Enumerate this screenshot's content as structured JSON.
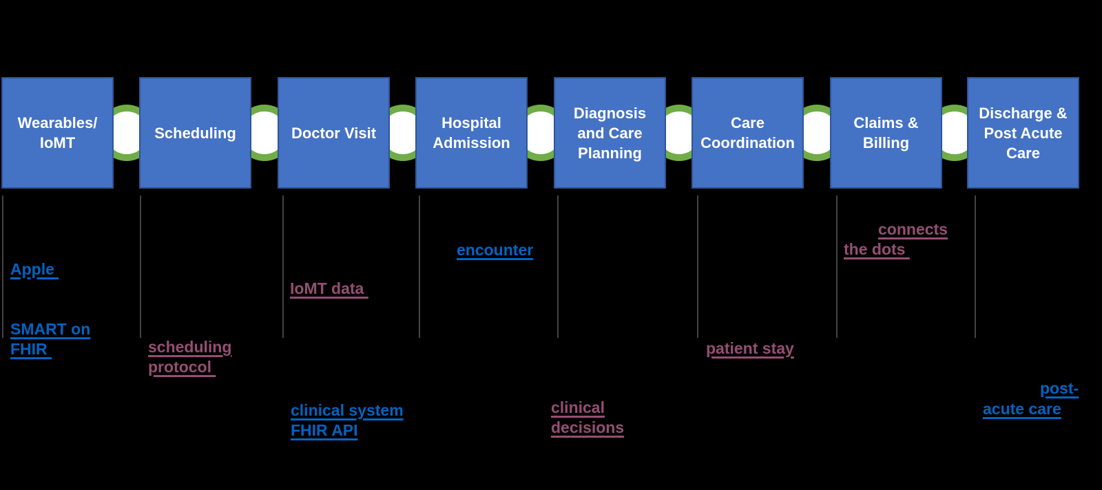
{
  "colors": {
    "box_fill": "#4472C4",
    "box_border": "#2F5597",
    "box_text": "#FFFFFF",
    "connector_ring": "#70AD47",
    "connector_fill": "#FFFFFF",
    "leader_line": "#444444",
    "link_blue": "#0563C1",
    "link_purple": "#954F72",
    "background": "#000000"
  },
  "stages": [
    {
      "label": "Wearables/\nIoMT"
    },
    {
      "label": "Scheduling"
    },
    {
      "label": "Doctor Visit"
    },
    {
      "label": "Hospital\nAdmission"
    },
    {
      "label": "Diagnosis\nand Care\nPlanning"
    },
    {
      "label": "Care\nCoordination"
    },
    {
      "label": "Claims &\nBilling"
    },
    {
      "label": "Discharge &\nPost Acute\nCare"
    }
  ],
  "annotations": {
    "apple": {
      "text": "Apple ",
      "color": "blue"
    },
    "smart_on_fhir": {
      "text": "SMART on\nFHIR ",
      "color": "blue"
    },
    "iomt_data": {
      "text": "IoMT data ",
      "color": "purple"
    },
    "scheduling_protocol": {
      "text": "scheduling\nprotocol ",
      "color": "purple"
    },
    "encounter": {
      "text": "encounter",
      "color": "blue"
    },
    "clinical_system_fhir_api": {
      "text": "clinical system\nFHIR API",
      "color": "blue"
    },
    "clinical_decisions": {
      "text": "clinical\ndecisions",
      "color": "purple"
    },
    "patient_stay": {
      "text": "patient stay",
      "color": "purple"
    },
    "connects_the_dots": {
      "line1": "connects",
      "line2": "the dots ",
      "color": "purple"
    },
    "post_acute_care": {
      "line1": "post-",
      "line2": "acute care",
      "color": "blue"
    }
  }
}
